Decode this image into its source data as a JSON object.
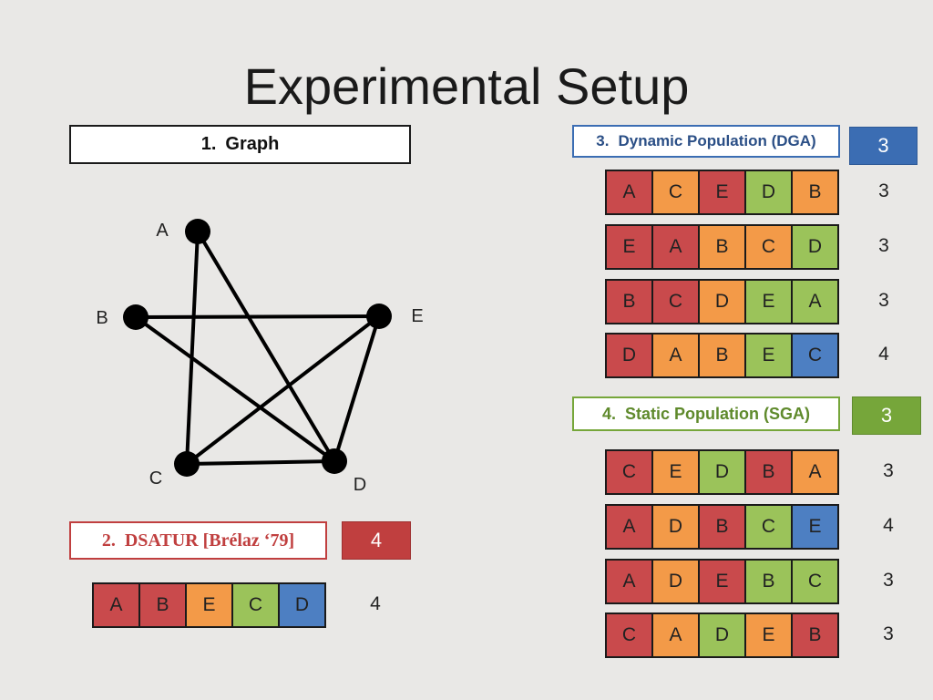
{
  "title": "Experimental Setup",
  "colors": {
    "red": "#c94a4c",
    "orange": "#f39a48",
    "green": "#9bc35a",
    "blue": "#4d7fc2",
    "dga_blue": "#3b6db3",
    "sga_green": "#76a63a",
    "dsatur_red": "#c03f3f"
  },
  "graph": {
    "label": {
      "num": "1.",
      "text": "Graph"
    },
    "vertices": [
      {
        "id": "A",
        "label": "A"
      },
      {
        "id": "B",
        "label": "B"
      },
      {
        "id": "C",
        "label": "C"
      },
      {
        "id": "D",
        "label": "D"
      },
      {
        "id": "E",
        "label": "E"
      }
    ],
    "edges": [
      [
        "A",
        "C"
      ],
      [
        "A",
        "D"
      ],
      [
        "B",
        "E"
      ],
      [
        "B",
        "D"
      ],
      [
        "C",
        "E"
      ],
      [
        "C",
        "D"
      ],
      [
        "D",
        "E"
      ]
    ]
  },
  "dsatur": {
    "label": {
      "num": "2.",
      "text": "DSATUR [Brélaz ‘79]"
    },
    "score": "4",
    "rows": [
      {
        "cells": [
          {
            "letter": "A",
            "color": "red"
          },
          {
            "letter": "B",
            "color": "red"
          },
          {
            "letter": "E",
            "color": "orange"
          },
          {
            "letter": "C",
            "color": "green"
          },
          {
            "letter": "D",
            "color": "blue"
          }
        ],
        "score": "4"
      }
    ]
  },
  "dga": {
    "label": {
      "num": "3.",
      "text": "Dynamic Population (DGA)"
    },
    "score": "3",
    "rows": [
      {
        "cells": [
          {
            "letter": "A",
            "color": "red"
          },
          {
            "letter": "C",
            "color": "orange"
          },
          {
            "letter": "E",
            "color": "red"
          },
          {
            "letter": "D",
            "color": "green"
          },
          {
            "letter": "B",
            "color": "orange"
          }
        ],
        "score": "3"
      },
      {
        "cells": [
          {
            "letter": "E",
            "color": "red"
          },
          {
            "letter": "A",
            "color": "red"
          },
          {
            "letter": "B",
            "color": "orange"
          },
          {
            "letter": "C",
            "color": "orange"
          },
          {
            "letter": "D",
            "color": "green"
          }
        ],
        "score": "3"
      },
      {
        "cells": [
          {
            "letter": "B",
            "color": "red"
          },
          {
            "letter": "C",
            "color": "red"
          },
          {
            "letter": "D",
            "color": "orange"
          },
          {
            "letter": "E",
            "color": "green"
          },
          {
            "letter": "A",
            "color": "green"
          }
        ],
        "score": "3"
      },
      {
        "cells": [
          {
            "letter": "D",
            "color": "red"
          },
          {
            "letter": "A",
            "color": "orange"
          },
          {
            "letter": "B",
            "color": "orange"
          },
          {
            "letter": "E",
            "color": "green"
          },
          {
            "letter": "C",
            "color": "blue"
          }
        ],
        "score": "4"
      }
    ]
  },
  "sga": {
    "label": {
      "num": "4.",
      "text": "Static Population (SGA)"
    },
    "score": "3",
    "rows": [
      {
        "cells": [
          {
            "letter": "C",
            "color": "red"
          },
          {
            "letter": "E",
            "color": "orange"
          },
          {
            "letter": "D",
            "color": "green"
          },
          {
            "letter": "B",
            "color": "red"
          },
          {
            "letter": "A",
            "color": "orange"
          }
        ],
        "score": "3"
      },
      {
        "cells": [
          {
            "letter": "A",
            "color": "red"
          },
          {
            "letter": "D",
            "color": "orange"
          },
          {
            "letter": "B",
            "color": "red"
          },
          {
            "letter": "C",
            "color": "green"
          },
          {
            "letter": "E",
            "color": "blue"
          }
        ],
        "score": "4"
      },
      {
        "cells": [
          {
            "letter": "A",
            "color": "red"
          },
          {
            "letter": "D",
            "color": "orange"
          },
          {
            "letter": "E",
            "color": "red"
          },
          {
            "letter": "B",
            "color": "green"
          },
          {
            "letter": "C",
            "color": "green"
          }
        ],
        "score": "3"
      },
      {
        "cells": [
          {
            "letter": "C",
            "color": "red"
          },
          {
            "letter": "A",
            "color": "orange"
          },
          {
            "letter": "D",
            "color": "green"
          },
          {
            "letter": "E",
            "color": "orange"
          },
          {
            "letter": "B",
            "color": "red"
          }
        ],
        "score": "3"
      }
    ]
  }
}
